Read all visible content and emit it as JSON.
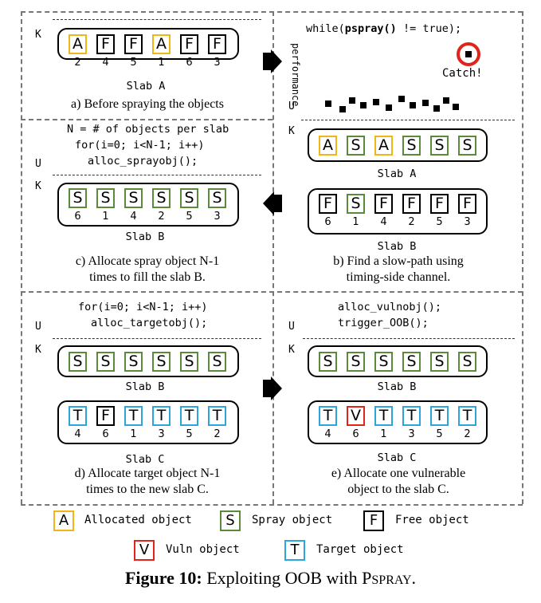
{
  "colors": {
    "allocated": "#f2b517",
    "spray": "#5a8a3a",
    "free": "#000000",
    "vuln": "#e2231a",
    "target": "#2aa6dc",
    "dash": "#777777"
  },
  "labels": {
    "K": "K",
    "U": "U"
  },
  "panel_a": {
    "cells": [
      {
        "t": "A",
        "k": "allocated",
        "i": "2"
      },
      {
        "t": "F",
        "k": "free",
        "i": "4"
      },
      {
        "t": "F",
        "k": "free",
        "i": "5"
      },
      {
        "t": "A",
        "k": "allocated",
        "i": "1"
      },
      {
        "t": "F",
        "k": "free",
        "i": "6"
      },
      {
        "t": "F",
        "k": "free",
        "i": "3"
      }
    ],
    "slab_name": "Slab A",
    "caption": "a) Before spraying the objects"
  },
  "panel_b": {
    "code": "while(pspray() != true);",
    "code_pre": "while(",
    "code_bold": "pspray()",
    "code_post": " != true);",
    "ylabel": "performance",
    "catch_label": "Catch!",
    "slab_a_cells": [
      {
        "t": "A",
        "k": "allocated"
      },
      {
        "t": "S",
        "k": "spray"
      },
      {
        "t": "A",
        "k": "allocated"
      },
      {
        "t": "S",
        "k": "spray"
      },
      {
        "t": "S",
        "k": "spray"
      },
      {
        "t": "S",
        "k": "spray"
      }
    ],
    "slab_a_name": "Slab A",
    "slab_b_cells": [
      {
        "t": "F",
        "k": "free",
        "i": "6"
      },
      {
        "t": "S",
        "k": "spray",
        "i": "1"
      },
      {
        "t": "F",
        "k": "free",
        "i": "4"
      },
      {
        "t": "F",
        "k": "free",
        "i": "2"
      },
      {
        "t": "F",
        "k": "free",
        "i": "5"
      },
      {
        "t": "F",
        "k": "free",
        "i": "3"
      }
    ],
    "slab_b_name": "Slab B",
    "caption_line1": "b) Find a slow-path using",
    "caption_line2": "timing-side channel."
  },
  "panel_c": {
    "code_line1": "N = # of objects per slab",
    "code_line2": "for(i=0; i<N-1; i++)",
    "code_line3": "alloc_sprayobj();",
    "cells": [
      {
        "t": "S",
        "k": "spray",
        "i": "6"
      },
      {
        "t": "S",
        "k": "spray",
        "i": "1"
      },
      {
        "t": "S",
        "k": "spray",
        "i": "4"
      },
      {
        "t": "S",
        "k": "spray",
        "i": "2"
      },
      {
        "t": "S",
        "k": "spray",
        "i": "5"
      },
      {
        "t": "S",
        "k": "spray",
        "i": "3"
      }
    ],
    "slab_name": "Slab B",
    "caption_line1": "c) Allocate spray object N-1",
    "caption_line2": "times to fill the slab B."
  },
  "panel_d": {
    "code_line1": "for(i=0; i<N-1; i++)",
    "code_line2": "alloc_targetobj();",
    "slab_b_cells": [
      {
        "t": "S",
        "k": "spray"
      },
      {
        "t": "S",
        "k": "spray"
      },
      {
        "t": "S",
        "k": "spray"
      },
      {
        "t": "S",
        "k": "spray"
      },
      {
        "t": "S",
        "k": "spray"
      },
      {
        "t": "S",
        "k": "spray"
      }
    ],
    "slab_b_name": "Slab B",
    "slab_c_cells": [
      {
        "t": "T",
        "k": "target",
        "i": "4"
      },
      {
        "t": "F",
        "k": "free",
        "i": "6"
      },
      {
        "t": "T",
        "k": "target",
        "i": "1"
      },
      {
        "t": "T",
        "k": "target",
        "i": "3"
      },
      {
        "t": "T",
        "k": "target",
        "i": "5"
      },
      {
        "t": "T",
        "k": "target",
        "i": "2"
      }
    ],
    "slab_c_name": "Slab C",
    "caption_line1": "d) Allocate target object N-1",
    "caption_line2": "times to the new slab C."
  },
  "panel_e": {
    "code_line1": "alloc_vulnobj();",
    "code_line2": "trigger_OOB();",
    "slab_b_cells": [
      {
        "t": "S",
        "k": "spray"
      },
      {
        "t": "S",
        "k": "spray"
      },
      {
        "t": "S",
        "k": "spray"
      },
      {
        "t": "S",
        "k": "spray"
      },
      {
        "t": "S",
        "k": "spray"
      },
      {
        "t": "S",
        "k": "spray"
      }
    ],
    "slab_b_name": "Slab B",
    "slab_c_cells": [
      {
        "t": "T",
        "k": "target",
        "i": "4"
      },
      {
        "t": "V",
        "k": "vuln",
        "i": "6"
      },
      {
        "t": "T",
        "k": "target",
        "i": "1"
      },
      {
        "t": "T",
        "k": "target",
        "i": "3"
      },
      {
        "t": "T",
        "k": "target",
        "i": "5"
      },
      {
        "t": "T",
        "k": "target",
        "i": "2"
      }
    ],
    "slab_c_name": "Slab C",
    "caption_line1": "e) Allocate one vulnerable",
    "caption_line2": "object to the slab C."
  },
  "legend": [
    {
      "letter": "A",
      "k": "allocated",
      "label": "Allocated object"
    },
    {
      "letter": "S",
      "k": "spray",
      "label": "Spray object"
    },
    {
      "letter": "F",
      "k": "free",
      "label": "Free object"
    },
    {
      "letter": "V",
      "k": "vuln",
      "label": "Vuln object"
    },
    {
      "letter": "T",
      "k": "target",
      "label": "Target object"
    }
  ],
  "figure_caption": {
    "bold": "Figure 10:",
    "rest": " Exploiting OOB with P",
    "smallcaps": "SPRAY",
    "end": "."
  }
}
